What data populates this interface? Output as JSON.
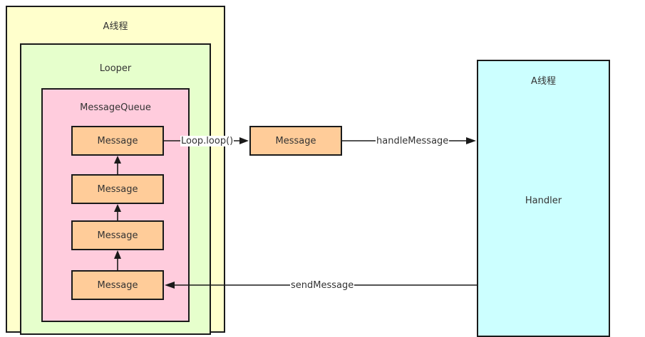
{
  "thread_left": {
    "title": "A线程"
  },
  "looper": {
    "title": "Looper"
  },
  "queue": {
    "title": "MessageQueue",
    "messages": [
      "Message",
      "Message",
      "Message",
      "Message"
    ]
  },
  "loop_message": {
    "label": "Message"
  },
  "thread_right": {
    "title": "A线程",
    "handler_label": "Handler"
  },
  "edges": {
    "loop": "Loop.loop()",
    "handle": "handleMessage",
    "send": "sendMessage"
  },
  "colors": {
    "thread_bg": "#ffffcc",
    "looper_bg": "#e6ffcc",
    "queue_bg": "#ffccdd",
    "message_bg": "#ffcc99",
    "handler_bg": "#ccffff",
    "stroke": "#1a1a1a"
  }
}
